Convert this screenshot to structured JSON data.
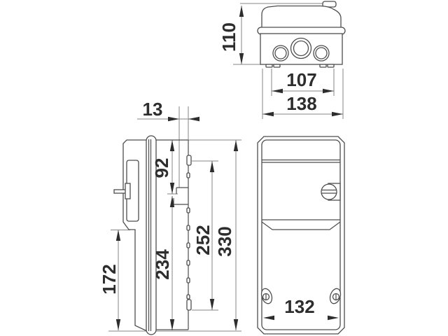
{
  "drawing": {
    "type": "technical-dimension-drawing",
    "subject": "wall-mounted electrical enclosure, three orthographic views",
    "colors": {
      "background": "#ffffff",
      "line": "#4d4d4d",
      "thin_line": "#868686",
      "text": "#2d2d2d"
    },
    "dimensions": {
      "top_height": "110",
      "top_inner_width": "107",
      "top_outer_width": "138",
      "side_tab_depth": "13",
      "side_hook_top": "92",
      "side_slot_span": "252",
      "side_total_height": "330",
      "side_hook_bottom": "234",
      "side_lower_height": "172",
      "front_mount_width": "132"
    }
  }
}
